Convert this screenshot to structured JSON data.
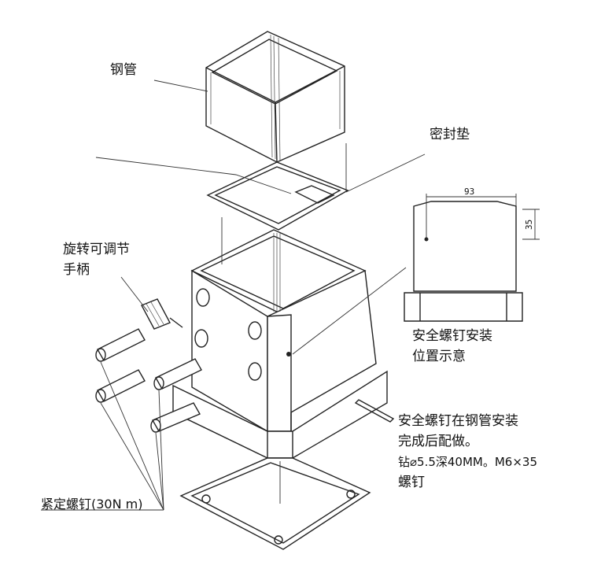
{
  "labels": {
    "steel_pipe": "钢管",
    "gasket": "密封垫",
    "handle_line1": "旋转可调节",
    "handle_line2": "手柄",
    "set_screw": "紧定螺钉(30N m)",
    "detail_line1": "安全螺钉安装",
    "detail_line2": "位置示意",
    "note_line1": "安全螺钉在钢管安装",
    "note_line2": "完成后配做。",
    "note_line3": "钻⌀5.5深40MM。M6×35",
    "note_line4": "螺钉"
  },
  "dimensions": {
    "width": "93",
    "height": "35"
  }
}
